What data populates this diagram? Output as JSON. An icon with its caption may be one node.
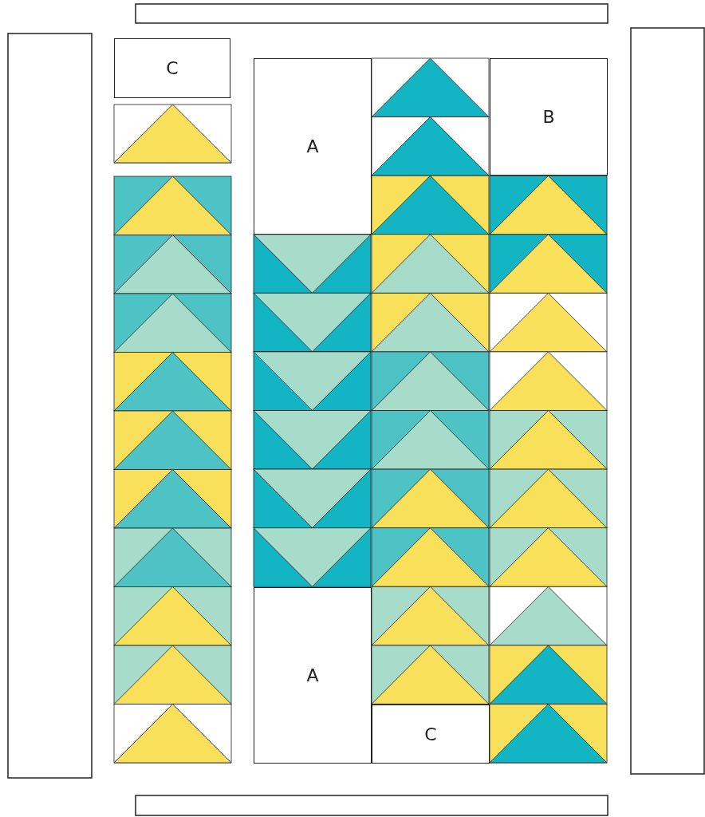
{
  "diagram": {
    "nodes": [
      {
        "text": [
          "C"
        ]
      },
      {
        "text": [
          "A"
        ]
      },
      {
        "text": [
          "B"
        ]
      },
      {
        "text": [
          "A"
        ]
      },
      {
        "text": [
          "C"
        ]
      }
    ]
  }
}
